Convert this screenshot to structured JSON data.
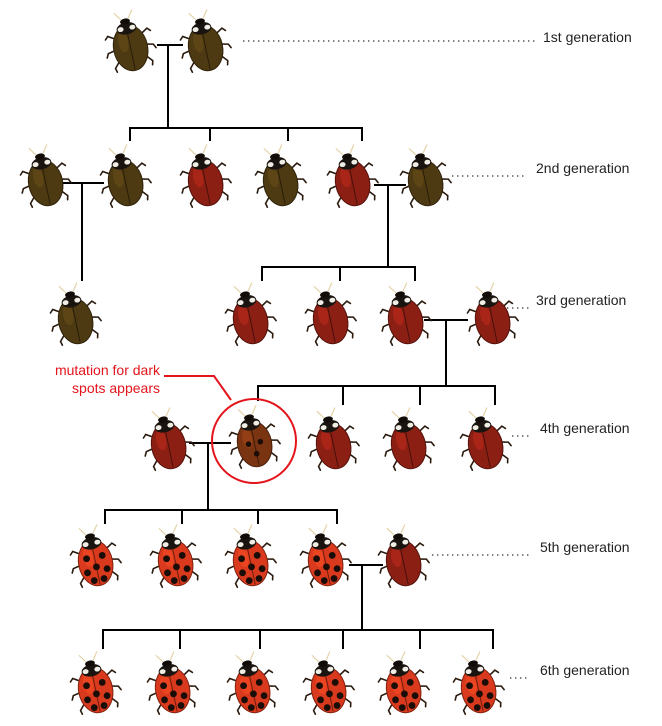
{
  "generations": [
    {
      "label": "1st generation",
      "bugs": [
        "brown",
        "brown"
      ]
    },
    {
      "label": "2nd generation",
      "bugs": [
        "brown",
        "brown",
        "red",
        "brown",
        "red",
        "brown"
      ]
    },
    {
      "label": "3rd generation",
      "bugs": [
        "brown",
        "red",
        "red",
        "red",
        "red"
      ]
    },
    {
      "label": "4th generation",
      "bugs": [
        "red",
        "mutant",
        "red",
        "red",
        "red"
      ]
    },
    {
      "label": "5th generation",
      "bugs": [
        "spotted",
        "spotted",
        "spotted",
        "spotted",
        "red"
      ]
    },
    {
      "label": "6th generation",
      "bugs": [
        "spotted",
        "spotted",
        "spotted",
        "spotted",
        "spotted",
        "spotted"
      ]
    }
  ],
  "mutation_note": {
    "line1": "mutation for dark",
    "line2": "spots appears"
  },
  "colors": {
    "brown": "#4e3a12",
    "red": "#8c1f14",
    "bright": "#c93a1f",
    "spotted": "#d9391c",
    "mutant": "#7a3411",
    "spot": "#1a0d08",
    "line": "#000000",
    "dots": "#555555",
    "accent": "#e3141b"
  }
}
